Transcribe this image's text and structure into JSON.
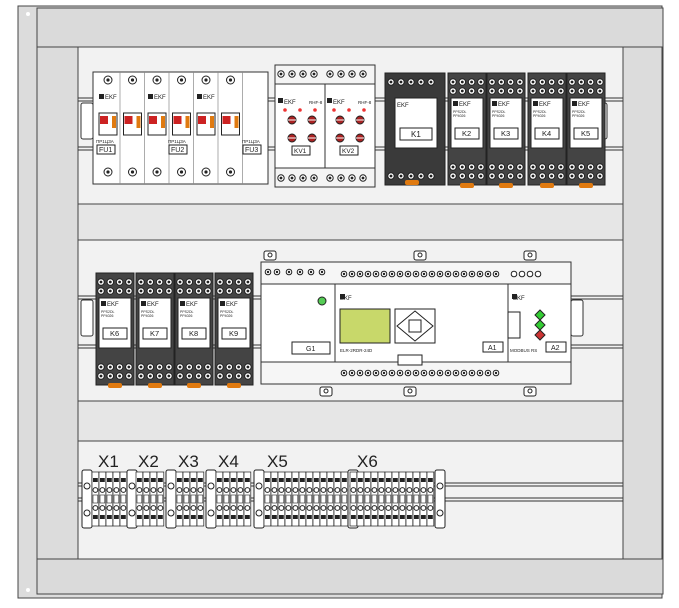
{
  "cabinet": {
    "brand": "EKF",
    "fuse_labels": [
      "FU1",
      "FU2",
      "FU3"
    ],
    "fuse_ratings": [
      "ПР1ЦЗА",
      "ПР1ЦЗА",
      "ПР1ЦЗА"
    ],
    "voltage_relay_labels": [
      "KV1",
      "KV2"
    ],
    "voltage_relay_models": [
      "RHF-8",
      "RHF-8"
    ],
    "top_relays": [
      "K1",
      "K2",
      "K3",
      "K4",
      "K5"
    ],
    "mid_relays": [
      "K6",
      "K7",
      "K8",
      "K9"
    ],
    "relay_model_lines": [
      "PPS2DL",
      "PP4026"
    ],
    "psu_label": "G1",
    "plc": {
      "model": "ELR-2RDR-24D",
      "label": "A1"
    },
    "module": {
      "model": "MODBUS RS",
      "label": "A2"
    },
    "terminal_groups": [
      "X1",
      "X2",
      "X3",
      "X4",
      "X5",
      "X6"
    ],
    "colors": {
      "frame_fill": "#dcdcdc",
      "panel_fill": "#f2f2f2",
      "device_fill": "#ffffff",
      "relay_base": "#444444",
      "orange_clip": "#e07a10",
      "red_fuse": "#cc2222",
      "lcd_green": "#c8d86a"
    }
  }
}
